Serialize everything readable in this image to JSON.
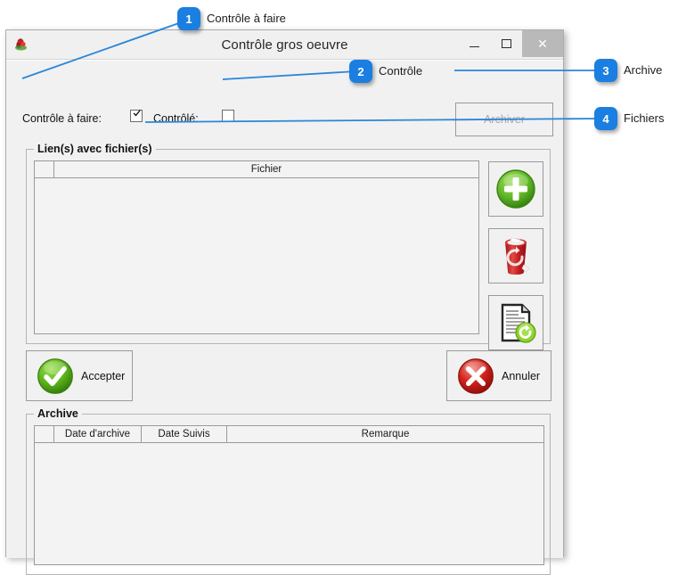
{
  "callouts": [
    {
      "number": "1",
      "label": "Contrôle à faire"
    },
    {
      "number": "2",
      "label": "Contrôle"
    },
    {
      "number": "3",
      "label": "Archive"
    },
    {
      "number": "4",
      "label": "Fichiers"
    }
  ],
  "window": {
    "title": "Contrôle gros oeuvre",
    "icon": "app-icon",
    "controls": {
      "minimize": "minimize-icon",
      "maximize": "maximize-icon",
      "close": "✕"
    }
  },
  "form": {
    "controle_a_faire": {
      "label": "Contrôle à faire:",
      "checked": true
    },
    "controle": {
      "label": "Contrôlé:",
      "checked": false
    },
    "archiver_button": {
      "label": "Archiver",
      "disabled": true
    }
  },
  "files_group": {
    "title": "Lien(s) avec fichier(s)",
    "columns": [
      "",
      "Fichier"
    ],
    "rows": [],
    "actions": [
      {
        "name": "add-file-button",
        "icon": "plus-circle-icon"
      },
      {
        "name": "delete-file-button",
        "icon": "recycle-bin-icon"
      },
      {
        "name": "refresh-file-button",
        "icon": "document-refresh-icon"
      }
    ]
  },
  "footer": {
    "accept": {
      "label": "Accepter",
      "icon": "check-circle-icon"
    },
    "cancel": {
      "label": "Annuler",
      "icon": "cross-circle-icon"
    }
  },
  "archive_group": {
    "title": "Archive",
    "columns": [
      "",
      "Date d'archive",
      "Date Suivis",
      "Remarque"
    ],
    "rows": []
  },
  "colors": {
    "callout_blue": "#1a7fe0",
    "accept_green": "#5bb615",
    "cancel_red": "#d42a24",
    "window_bg": "#f1f1f1"
  }
}
